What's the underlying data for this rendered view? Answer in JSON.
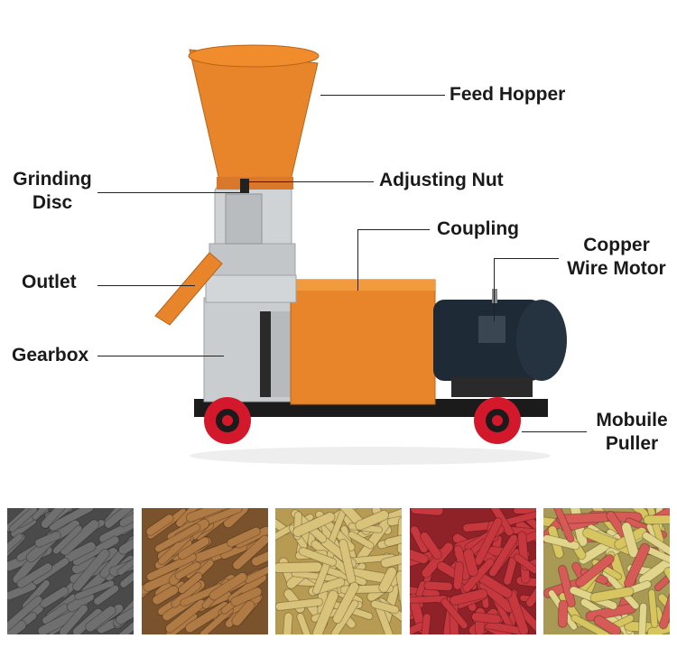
{
  "labels": {
    "feed_hopper": "Feed Hopper",
    "grinding_disc_1": "Grinding",
    "grinding_disc_2": "Disc",
    "adjusting_nut": "Adjusting Nut",
    "coupling": "Coupling",
    "copper_wire_motor_1": "Copper",
    "copper_wire_motor_2": "Wire Motor",
    "outlet": "Outlet",
    "gearbox": "Gearbox",
    "mobile_puller_1": "Mobuile",
    "mobile_puller_2": "Puller"
  },
  "colors": {
    "hopper_orange": "#e8852a",
    "body_grey": "#cfd3d5",
    "motor_blue": "#1e2a36",
    "frame_black": "#1b1b1b",
    "wheel_red": "#d4182b"
  },
  "pellet_samples": [
    {
      "name": "grey-pellets",
      "color": "#6f6f6f"
    },
    {
      "name": "brown-pellets",
      "color": "#b07a44"
    },
    {
      "name": "cream-pellets",
      "color": "#d9c27a"
    },
    {
      "name": "red-pellets",
      "color": "#c7383e"
    },
    {
      "name": "mixed-pellets",
      "color": "#d7c560"
    }
  ]
}
